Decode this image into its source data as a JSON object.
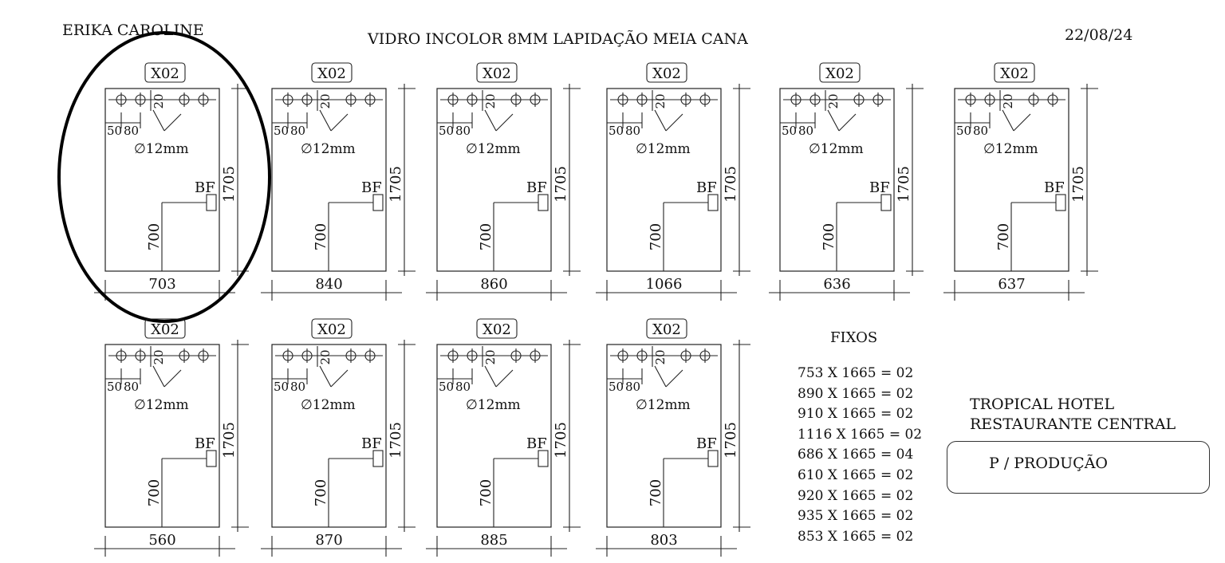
{
  "header": {
    "client_name": "ERIKA CAROLINE",
    "title": "VIDRO INCOLOR 8MM  LAPIDAÇÃO MEIA CANA",
    "date": "22/08/24"
  },
  "panel_common": {
    "tag": "X02",
    "height_label": "1705",
    "hole_diameter": "∅12mm",
    "hole_offset_x1": "50",
    "hole_offset_x2": "80",
    "hole_offset_y": "20",
    "lock_label": "BF",
    "lock_height": "700"
  },
  "panels": [
    {
      "width": "703",
      "highlighted": true
    },
    {
      "width": "840"
    },
    {
      "width": "860"
    },
    {
      "width": "1066"
    },
    {
      "width": "636"
    },
    {
      "width": "637"
    },
    {
      "width": "560"
    },
    {
      "width": "870"
    },
    {
      "width": "885"
    },
    {
      "width": "803"
    }
  ],
  "fixos": {
    "title": "FIXOS",
    "items": [
      "753 X 1665 = 02",
      "890 X 1665 = 02",
      "910 X 1665 = 02",
      "1116 X 1665 = 02",
      "686 X 1665 = 04",
      "610 X 1665 = 02",
      "920 X 1665 = 02",
      "935 X 1665 = 02",
      "853 X 1665 = 02"
    ]
  },
  "client": {
    "line1": "TROPICAL HOTEL",
    "line2": "RESTAURANTE CENTRAL"
  },
  "production_label": "P / PRODUÇÃO",
  "colors": {
    "line": "#222222",
    "highlight_ring": "#000000"
  }
}
